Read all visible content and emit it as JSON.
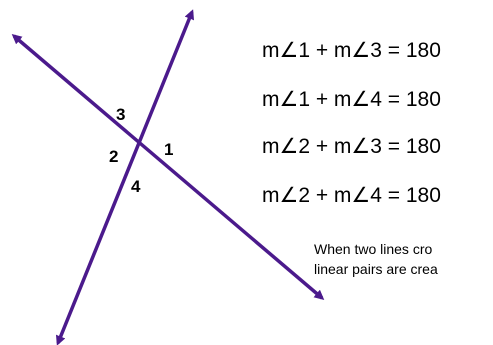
{
  "colors": {
    "line": "#4B1A8C",
    "text": "#000000",
    "background": "#FFFFFF"
  },
  "angle_labels": {
    "a1": "1",
    "a2": "2",
    "a3": "3",
    "a4": "4"
  },
  "equations": [
    "m∠1 + m∠3 = 180",
    "m∠1 + m∠4 = 180",
    "m∠2 + m∠3 = 180",
    "m∠2 + m∠4 = 180"
  ],
  "note": {
    "line1": "When two lines cro",
    "line2": "linear pairs are crea"
  }
}
